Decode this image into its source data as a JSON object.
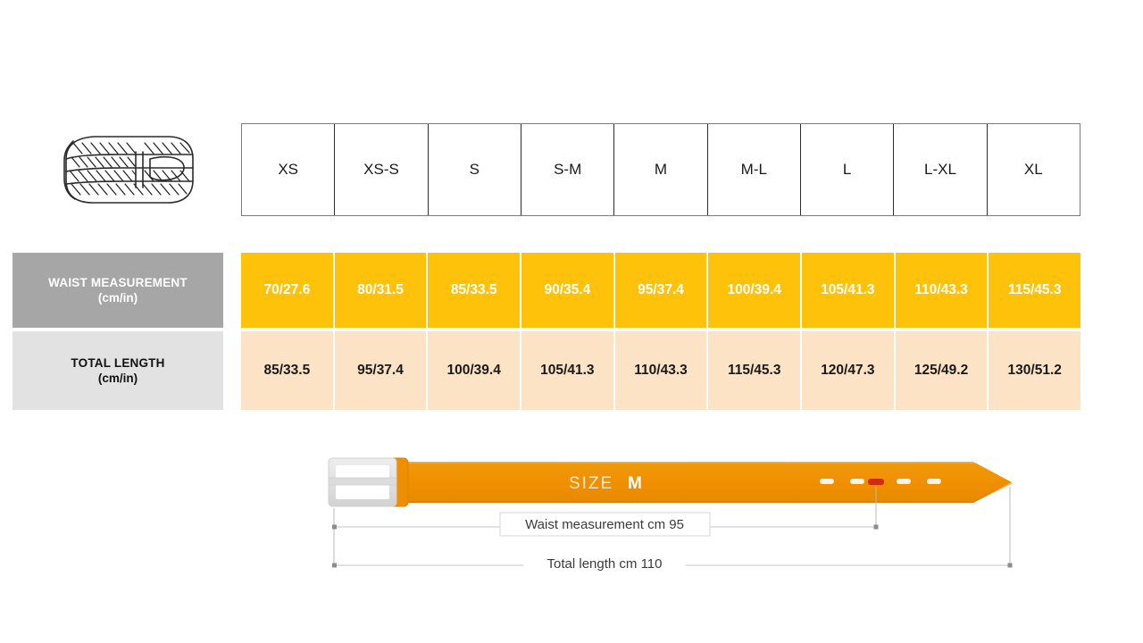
{
  "product_icon": {
    "name": "braided-belt-illustration"
  },
  "table": {
    "size_headers": [
      "XS",
      "XS-S",
      "S",
      "S-M",
      "M",
      "M-L",
      "L",
      "L-XL",
      "XL"
    ],
    "rows": [
      {
        "label_line1": "WAIST MEASUREMENT",
        "label_line2": "(cm/in)",
        "values": [
          "70/27.6",
          "80/31.5",
          "85/33.5",
          "90/35.4",
          "95/37.4",
          "100/39.4",
          "105/41.3",
          "110/43.3",
          "115/45.3"
        ]
      },
      {
        "label_line1": "TOTAL LENGTH",
        "label_line2": "(cm/in)",
        "values": [
          "85/33.5",
          "95/37.4",
          "100/39.4",
          "105/41.3",
          "110/43.3",
          "115/45.3",
          "120/47.3",
          "125/49.2",
          "130/51.2"
        ]
      }
    ]
  },
  "diagram": {
    "size_caption_label": "SIZE",
    "size_caption_value": "M",
    "waist_label": "Waist measurement cm 95",
    "total_label": "Total length cm 110",
    "holes_count": 5,
    "active_hole_index": 2
  },
  "colors": {
    "waist_row_fill": "#ffc20a",
    "waist_label_fill": "#a6a6a6",
    "total_row_fill": "#fce3c6",
    "total_label_fill": "#e2e2e2",
    "belt_strap": "#ef8f00",
    "belt_strap_dark": "#e08200",
    "buckle": "#dcdcdc",
    "active_hole": "#d32a14",
    "page_background": "#ffffff"
  }
}
